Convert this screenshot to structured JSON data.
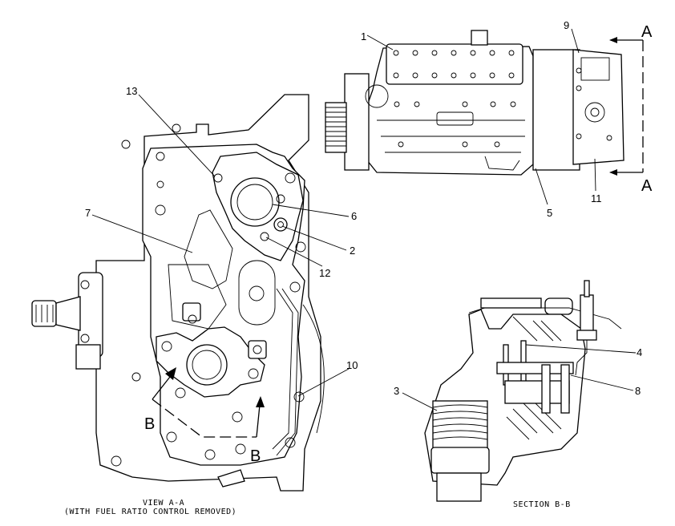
{
  "callouts": {
    "c1": "1",
    "c2": "2",
    "c3": "3",
    "c4": "4",
    "c5": "5",
    "c6": "6",
    "c7": "7",
    "c8": "8",
    "c9": "9",
    "c10": "10",
    "c11": "11",
    "c12": "12",
    "c13": "13"
  },
  "view_markers": {
    "a_top": "A",
    "a_bottom": "A",
    "b_left": "B",
    "b_right": "B"
  },
  "captions": {
    "view_title": "VIEW A-A",
    "view_note": "(WITH FUEL RATIO CONTROL REMOVED)",
    "section_title": "SECTION B-B"
  }
}
